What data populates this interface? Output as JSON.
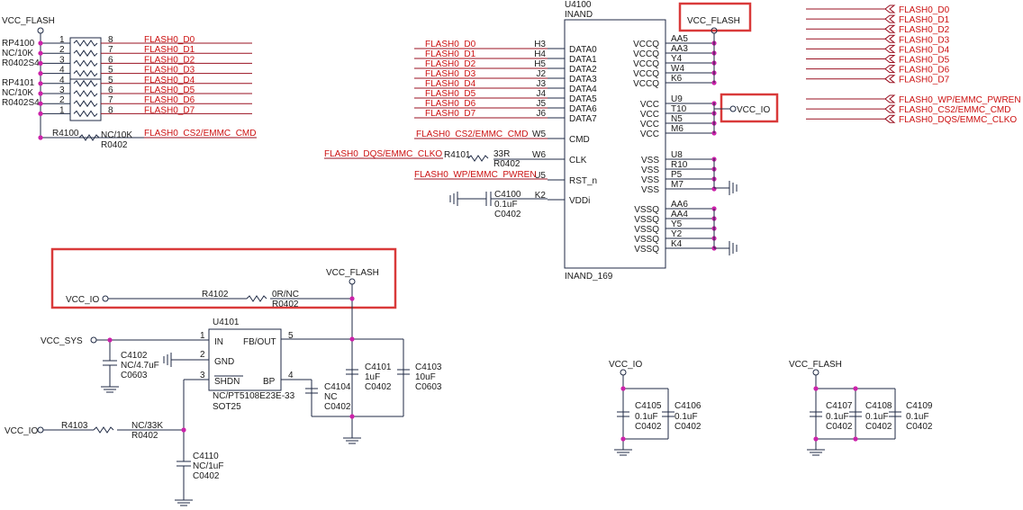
{
  "flash_nets": [
    "FLASH0_D0",
    "FLASH0_D1",
    "FLASH0_D2",
    "FLASH0_D3",
    "FLASH0_D4",
    "FLASH0_D5",
    "FLASH0_D6",
    "FLASH0_D7"
  ],
  "ctrl_nets": {
    "cs2_cmd": "FLASH0_CS2/EMMC_CMD",
    "dqs_clko": "FLASH0_DQS/EMMC_CLKO",
    "wp_pwren": "FLASH0_WP/EMMC_PWREN"
  },
  "power_nets": {
    "vcc_flash": "VCC_FLASH",
    "vcc_io": "VCC_IO",
    "vcc_sys": "VCC_SYS"
  },
  "resistor_pack_1": {
    "ref": "RP4100",
    "value": "NC/10K",
    "footprint": "R0402S4",
    "pins": [
      "1",
      "2",
      "3",
      "4"
    ],
    "pins_right": [
      "8",
      "7",
      "6",
      "5"
    ]
  },
  "resistor_pack_2": {
    "ref": "RP4101",
    "value": "NC/10K",
    "footprint": "R0402S4",
    "pins": [
      "4",
      "3",
      "2",
      "1"
    ],
    "pins_right": [
      "5",
      "6",
      "7",
      "8"
    ]
  },
  "r4100": {
    "ref": "R4100",
    "value": "NC/10K",
    "footprint": "R0402"
  },
  "u4100": {
    "ref": "U4100",
    "type": "INAND",
    "part": "INAND_169",
    "left_pins": [
      {
        "pin": "H3",
        "name": "DATA0"
      },
      {
        "pin": "H4",
        "name": "DATA1"
      },
      {
        "pin": "H5",
        "name": "DATA2"
      },
      {
        "pin": "J2",
        "name": "DATA3"
      },
      {
        "pin": "J3",
        "name": "DATA4"
      },
      {
        "pin": "J4",
        "name": "DATA5"
      },
      {
        "pin": "J5",
        "name": "DATA6"
      },
      {
        "pin": "J6",
        "name": "DATA7"
      },
      {
        "pin": "W5",
        "name": "CMD"
      },
      {
        "pin": "W6",
        "name": "CLK"
      },
      {
        "pin": "U5",
        "name": "RST_n"
      },
      {
        "pin": "K2",
        "name": "VDDi"
      }
    ],
    "vccq_pins": [
      "AA5",
      "AA3",
      "Y4",
      "W4",
      "K6"
    ],
    "vccq_name": "VCCQ",
    "vcc_pins": [
      "U9",
      "T10",
      "N5",
      "M6"
    ],
    "vcc_name": "VCC",
    "vss_pins": [
      "U8",
      "R10",
      "P5",
      "M7"
    ],
    "vss_name": "VSS",
    "vssq_pins": [
      "AA6",
      "AA4",
      "Y5",
      "Y2",
      "K4"
    ],
    "vssq_name": "VSSQ"
  },
  "r4101": {
    "ref": "R4101",
    "value": "33R",
    "footprint": "R0402"
  },
  "c4100": {
    "ref": "C4100",
    "value": "0.1uF",
    "footprint": "C0402"
  },
  "r4102": {
    "ref": "R4102",
    "value": "0R/NC",
    "footprint": "R0402"
  },
  "u4101": {
    "ref": "U4101",
    "part": "NC/PT5108E23E-33",
    "package": "SOT25",
    "pins": [
      {
        "num": "1",
        "name": "IN"
      },
      {
        "num": "2",
        "name": "GND"
      },
      {
        "num": "3",
        "name": "SHDN"
      },
      {
        "num": "5",
        "name": "FB/OUT"
      },
      {
        "num": "4",
        "name": "BP"
      }
    ]
  },
  "c4102": {
    "ref": "C4102",
    "value": "NC/4.7uF",
    "footprint": "C0603"
  },
  "c4101": {
    "ref": "C4101",
    "value": "1uF",
    "footprint": "C0402"
  },
  "c4103": {
    "ref": "C4103",
    "value": "10uF",
    "footprint": "C0603"
  },
  "c4104": {
    "ref": "C4104",
    "value": "NC",
    "footprint": "C0402"
  },
  "r4103": {
    "ref": "R4103",
    "value": "NC/33K",
    "footprint": "R0402"
  },
  "c4110": {
    "ref": "C4110",
    "value": "NC/1uF",
    "footprint": "C0402"
  },
  "io_decoupling": [
    {
      "ref": "C4105",
      "value": "0.1uF",
      "footprint": "C0402"
    },
    {
      "ref": "C4106",
      "value": "0.1uF",
      "footprint": "C0402"
    }
  ],
  "flash_decoupling": [
    {
      "ref": "C4107",
      "value": "0.1uF",
      "footprint": "C0402"
    },
    {
      "ref": "C4108",
      "value": "0.1uF",
      "footprint": "C0402"
    },
    {
      "ref": "C4109",
      "value": "0.1uF",
      "footprint": "C0402"
    }
  ],
  "colors": {
    "wire": "#1f2a44",
    "net_label": "#cc1111",
    "junction": "#cc22aa",
    "highlight": "#d93a3a"
  }
}
